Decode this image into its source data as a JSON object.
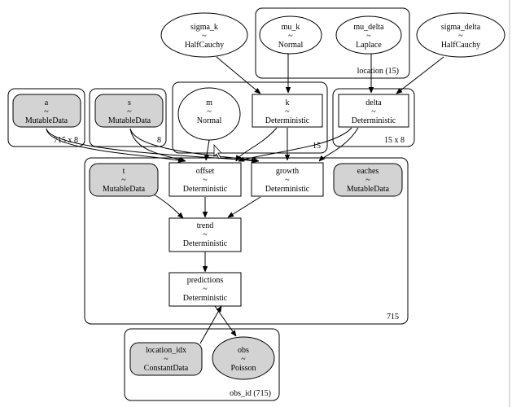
{
  "nodes": {
    "sigma_k": {
      "name": "sigma_k",
      "tilde": "~",
      "dist": "HalfCauchy"
    },
    "mu_k": {
      "name": "mu_k",
      "tilde": "~",
      "dist": "Normal"
    },
    "mu_delta": {
      "name": "mu_delta",
      "tilde": "~",
      "dist": "Laplace"
    },
    "sigma_delta": {
      "name": "sigma_delta",
      "tilde": "~",
      "dist": "HalfCauchy"
    },
    "a": {
      "name": "a",
      "tilde": "~",
      "dist": "MutableData"
    },
    "s": {
      "name": "s",
      "tilde": "~",
      "dist": "MutableData"
    },
    "m": {
      "name": "m",
      "tilde": "~",
      "dist": "Normal"
    },
    "k": {
      "name": "k",
      "tilde": "~",
      "dist": "Deterministic"
    },
    "delta": {
      "name": "delta",
      "tilde": "~",
      "dist": "Deterministic"
    },
    "t": {
      "name": "t",
      "tilde": "~",
      "dist": "MutableData"
    },
    "offset": {
      "name": "offset",
      "tilde": "~",
      "dist": "Deterministic"
    },
    "growth": {
      "name": "growth",
      "tilde": "~",
      "dist": "Deterministic"
    },
    "eaches": {
      "name": "eaches",
      "tilde": "~",
      "dist": "MutableData"
    },
    "trend": {
      "name": "trend",
      "tilde": "~",
      "dist": "Deterministic"
    },
    "predictions": {
      "name": "predictions",
      "tilde": "~",
      "dist": "Deterministic"
    },
    "location_idx": {
      "name": "location_idx",
      "tilde": "~",
      "dist": "ConstantData"
    },
    "obs": {
      "name": "obs",
      "tilde": "~",
      "dist": "Poisson"
    }
  },
  "plates": {
    "location": "location (15)",
    "a_plate": "715 x 8",
    "s_plate": "8",
    "m_plate": "15",
    "delta_plate": "15 x 8",
    "main_plate": "715",
    "obs_plate": "obs_id (715)"
  }
}
